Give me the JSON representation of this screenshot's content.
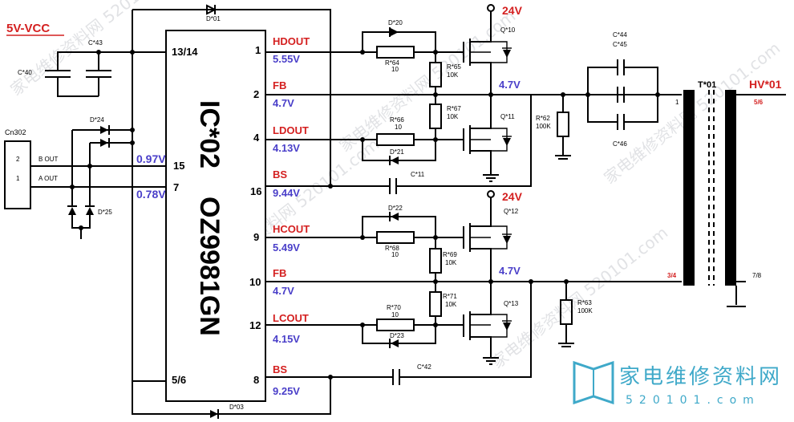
{
  "supply": {
    "vcc_label": "5V-VCC"
  },
  "ic": {
    "ref_label": "IC*02",
    "part_label": "OZ9981GN"
  },
  "left_pins": [
    {
      "number": "13/14"
    },
    {
      "number": "15",
      "voltage": "0.97V"
    },
    {
      "number": "7",
      "voltage": "0.78V"
    },
    {
      "number": "5/6"
    }
  ],
  "right_pins": [
    {
      "number": "1",
      "name": "HDOUT",
      "voltage": "5.55V"
    },
    {
      "number": "2",
      "name": "FB",
      "voltage": "4.7V"
    },
    {
      "number": "4",
      "name": "LDOUT",
      "voltage": "4.13V"
    },
    {
      "number": "16",
      "name": "BS",
      "voltage": "9.44V"
    },
    {
      "number": "9",
      "name": "HCOUT",
      "voltage": "5.49V"
    },
    {
      "number": "10",
      "name": "FB",
      "voltage": "4.7V"
    },
    {
      "number": "12",
      "name": "LCOUT",
      "voltage": "4.15V"
    },
    {
      "number": "8",
      "name": "BS",
      "voltage": "9.25V"
    }
  ],
  "connector": {
    "ref": "Cn302",
    "pin2_num": "2",
    "pin2_label": "B OUT",
    "pin1_num": "1",
    "pin1_label": "A OUT"
  },
  "parts": {
    "d01": "D*01",
    "d03": "D*03",
    "d20": "D*20",
    "d21": "D*21",
    "d22": "D*22",
    "d23": "D*23",
    "d24": "D*24",
    "d25": "D*25",
    "c40": "C*40",
    "c43": "C*43",
    "c11": "C*11",
    "c42": "C*42",
    "c44": "C*44",
    "c45": "C*45",
    "c46": "C*46",
    "r64": "R*64",
    "r64v": "10",
    "r65": "R*65",
    "r65v": "10K",
    "r66": "R*66",
    "r66v": "10",
    "r67": "R*67",
    "r67v": "10K",
    "r62": "R*62",
    "r62v": "100K",
    "r68": "R*68",
    "r68v": "10",
    "r69": "R*69",
    "r69v": "10K",
    "r70": "R*70",
    "r70v": "10",
    "r71": "R*71",
    "r71v": "10K",
    "r63": "R*63",
    "r63v": "100K",
    "q10": "Q*10",
    "q11": "Q*11",
    "q12": "Q*12",
    "q13": "Q*13"
  },
  "rails": {
    "top_24v": "24V",
    "bottom_24v": "24V",
    "mid_top": "4.7V",
    "mid_bottom": "4.7V"
  },
  "transformer": {
    "ref": "T*01",
    "output": "HV*01",
    "pin1": "1",
    "pin56": "5/6",
    "pin34": "3/4",
    "pin78": "7/8"
  },
  "watermark": {
    "brand": "家电维修资料网",
    "url": "520101.com",
    "diag": "家电维修资料网 520101.com"
  }
}
